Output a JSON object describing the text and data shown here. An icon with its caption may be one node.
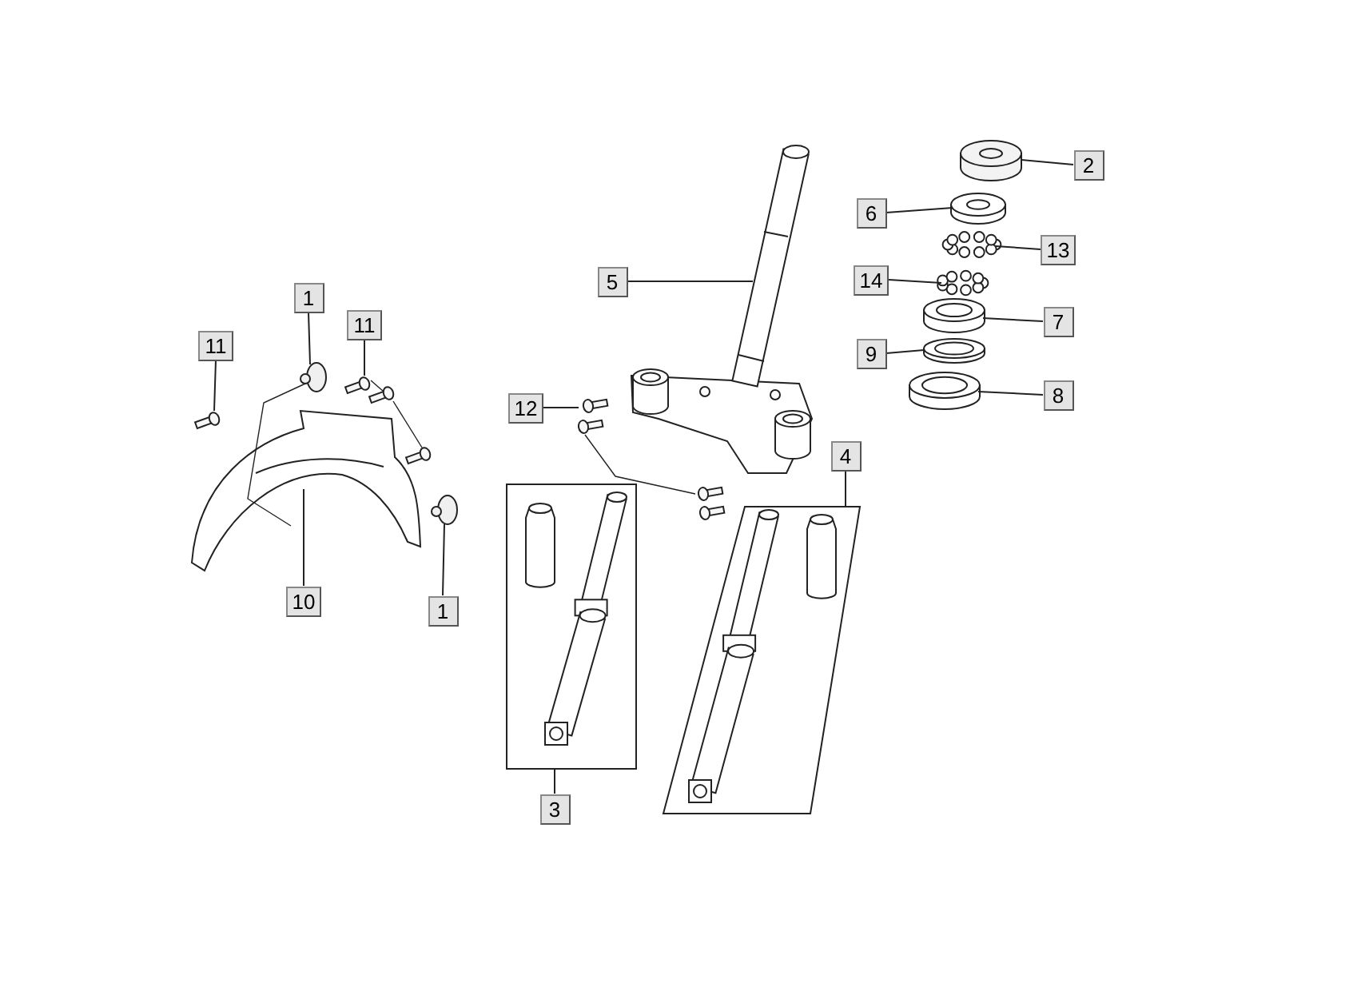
{
  "diagram": {
    "nodes": [
      {
        "text": [
          "2"
        ]
      },
      {
        "text": [
          "6"
        ]
      },
      {
        "text": [
          "13"
        ]
      },
      {
        "text": [
          "5"
        ]
      },
      {
        "text": [
          "14"
        ]
      },
      {
        "text": [
          "1"
        ]
      },
      {
        "text": [
          "11"
        ]
      },
      {
        "text": [
          "7"
        ]
      },
      {
        "text": [
          "11"
        ]
      },
      {
        "text": [
          "9"
        ]
      },
      {
        "text": [
          "8"
        ]
      },
      {
        "text": [
          "12"
        ]
      },
      {
        "text": [
          "4"
        ]
      },
      {
        "text": [
          "10"
        ]
      },
      {
        "text": [
          "1"
        ]
      },
      {
        "text": [
          "3"
        ]
      },
      {
        "text": [],
        "shape": "cylinder"
      },
      {
        "text": [],
        "shape": "picture"
      },
      {
        "text": [],
        "shape": "picture"
      },
      {
        "text": [],
        "shape": "picture"
      },
      {
        "text": [],
        "shape": "picture"
      },
      {
        "text": [],
        "shape": "circle"
      },
      {
        "text": [],
        "shape": "box"
      },
      {
        "text": [],
        "shape": "picture"
      },
      {
        "text": [],
        "shape": "box"
      },
      {
        "text": [],
        "shape": "picture"
      },
      {
        "text": [],
        "shape": "picture"
      },
      {
        "text": [],
        "shape": "box"
      },
      {
        "text": [],
        "shape": "box"
      },
      {
        "text": [],
        "shape": "picture"
      },
      {
        "text": [],
        "shape": "circle"
      },
      {
        "text": [],
        "shape": "box"
      },
      {
        "text": [],
        "shape": "box"
      },
      {
        "text": [],
        "shape": "box"
      },
      {
        "text": [],
        "shape": "box"
      },
      {
        "text": [],
        "shape": "box"
      },
      {
        "text": [],
        "shape": "box"
      }
    ],
    "edges": [
      {
        "from": 0,
        "to": 16,
        "arrow": "none"
      },
      {
        "from": 1,
        "to": 17,
        "arrow": "none"
      },
      {
        "from": 2,
        "to": 18,
        "arrow": "none"
      },
      {
        "from": 3,
        "to": 19,
        "arrow": "none"
      },
      {
        "from": 4,
        "to": 20,
        "arrow": "none"
      },
      {
        "from": 5,
        "to": 21,
        "arrow": "none"
      },
      {
        "from": 6,
        "to": 22,
        "arrow": "none"
      },
      {
        "from": 7,
        "to": 23,
        "arrow": "none"
      },
      {
        "from": 8,
        "to": 24,
        "arrow": "none"
      },
      {
        "from": 9,
        "to": 25,
        "arrow": "none"
      },
      {
        "from": 10,
        "to": 26,
        "arrow": "none"
      },
      {
        "from": 11,
        "to": 27,
        "arrow": "none"
      },
      {
        "from": 12,
        "to": 31,
        "arrow": "none"
      },
      {
        "from": 13,
        "to": 29,
        "arrow": "none"
      },
      {
        "from": 14,
        "to": 30,
        "arrow": "none"
      },
      {
        "from": 15,
        "to": 28,
        "arrow": "none"
      },
      {
        "from": 21,
        "to": 29,
        "arrow": "none"
      },
      {
        "from": 22,
        "to": 35,
        "arrow": "none"
      },
      {
        "from": 35,
        "to": 36,
        "arrow": "none"
      },
      {
        "from": 32,
        "to": 33,
        "arrow": "none"
      }
    ]
  }
}
